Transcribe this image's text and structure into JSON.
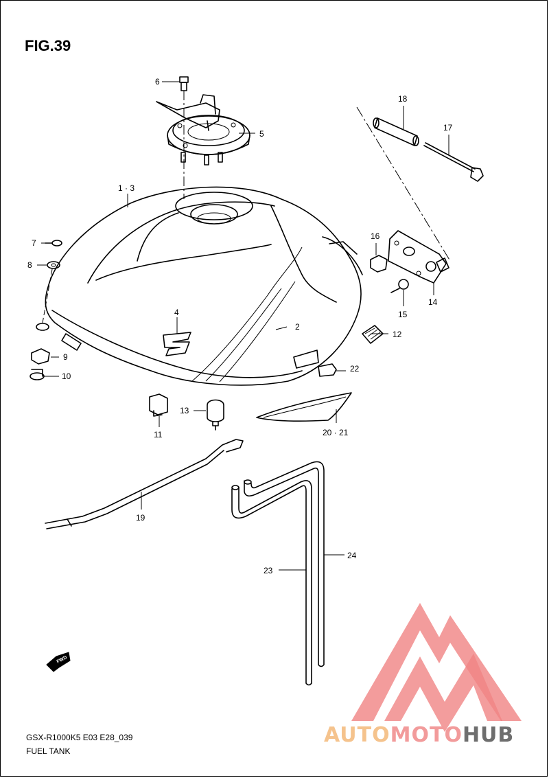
{
  "figure": {
    "title": "FIG.39"
  },
  "footer": {
    "model_code": "GSX-R1000K5  E03  E28_039",
    "section_name": "FUEL TANK"
  },
  "direction_marker": {
    "text": "FWD"
  },
  "watermark": {
    "brand_part1": "AUTO",
    "brand_part2": "MOTO",
    "brand_part3": "HUB",
    "color_light": "#f4b97a",
    "color_mid": "#f08a8a",
    "color_dark": "#555555"
  },
  "callouts": [
    {
      "id": "c1",
      "label": "1 · 3"
    },
    {
      "id": "c2",
      "label": "2"
    },
    {
      "id": "c4",
      "label": "4"
    },
    {
      "id": "c5",
      "label": "5"
    },
    {
      "id": "c6",
      "label": "6"
    },
    {
      "id": "c7",
      "label": "7"
    },
    {
      "id": "c8",
      "label": "8"
    },
    {
      "id": "c9",
      "label": "9"
    },
    {
      "id": "c10",
      "label": "10"
    },
    {
      "id": "c11",
      "label": "11"
    },
    {
      "id": "c12",
      "label": "12"
    },
    {
      "id": "c13",
      "label": "13"
    },
    {
      "id": "c14",
      "label": "14"
    },
    {
      "id": "c15",
      "label": "15"
    },
    {
      "id": "c16",
      "label": "16"
    },
    {
      "id": "c17",
      "label": "17"
    },
    {
      "id": "c18",
      "label": "18"
    },
    {
      "id": "c19",
      "label": "19"
    },
    {
      "id": "c20",
      "label": "20 · 21"
    },
    {
      "id": "c22",
      "label": "22"
    },
    {
      "id": "c23",
      "label": "23"
    },
    {
      "id": "c24",
      "label": "24"
    }
  ]
}
